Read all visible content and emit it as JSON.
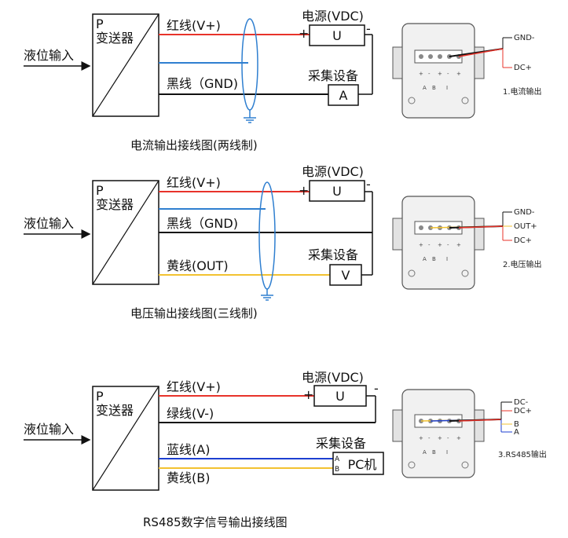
{
  "colors": {
    "red_wire": "#e8332a",
    "black_wire": "#111111",
    "shield_blue": "#2f7fd0",
    "yellow_wire": "#f2c230",
    "rs485_blue": "#1d3fd0",
    "green_wire": "#111111"
  },
  "current": {
    "input_label": "液位输入",
    "transmitter_p": "P",
    "transmitter_name": "变送器",
    "red_wire": "红线(V+)",
    "black_wire": "黑线（GND)",
    "power_label": "电源(VDC)",
    "power_box": "U",
    "plus": "+",
    "minus": "-",
    "device_label": "采集设备",
    "device_box": "A",
    "caption": "电流输出接线图(两线制)",
    "terminal": {
      "gnd": "GND-",
      "dc": "DC+",
      "caption": "1.电流输出",
      "marks": [
        "+",
        "-",
        "+",
        "-",
        "+"
      ],
      "letters": [
        "A",
        "B",
        "I"
      ]
    }
  },
  "voltage": {
    "input_label": "液位输入",
    "transmitter_p": "P",
    "transmitter_name": "变送器",
    "red_wire": "红线(V+)",
    "black_wire": "黑线（GND)",
    "yellow_wire": "黄线(OUT)",
    "power_label": "电源(VDC)",
    "power_box": "U",
    "plus": "+",
    "minus": "-",
    "device_label": "采集设备",
    "device_box": "V",
    "caption": "电压输出接线图(三线制)",
    "terminal": {
      "gnd": "GND-",
      "out": "OUT+",
      "dc": "DC+",
      "caption": "2.电压输出",
      "marks": [
        "+",
        "-",
        "+",
        "-",
        "+"
      ],
      "letters": [
        "A",
        "B",
        "I"
      ]
    }
  },
  "rs485": {
    "input_label": "液位输入",
    "transmitter_p": "P",
    "transmitter_name": "变送器",
    "red_wire": "红线(V+)",
    "green_wire": "绿线(V-)",
    "blue_wire": "蓝线(A)",
    "yellow_wire": "黄线(B)",
    "power_label": "电源(VDC)",
    "power_box": "U",
    "plus": "+",
    "minus": "-",
    "device_label": "采集设备",
    "device_box": "PC机",
    "port_a": "A",
    "port_b": "B",
    "caption": "RS485数字信号输出接线图",
    "terminal": {
      "dcm": "DC-",
      "dcp": "DC+",
      "b": "B",
      "a": "A",
      "caption": "3.RS485输出",
      "marks": [
        "+",
        "-",
        "+",
        "-",
        "+"
      ],
      "letters": [
        "A",
        "B",
        "I"
      ]
    }
  }
}
